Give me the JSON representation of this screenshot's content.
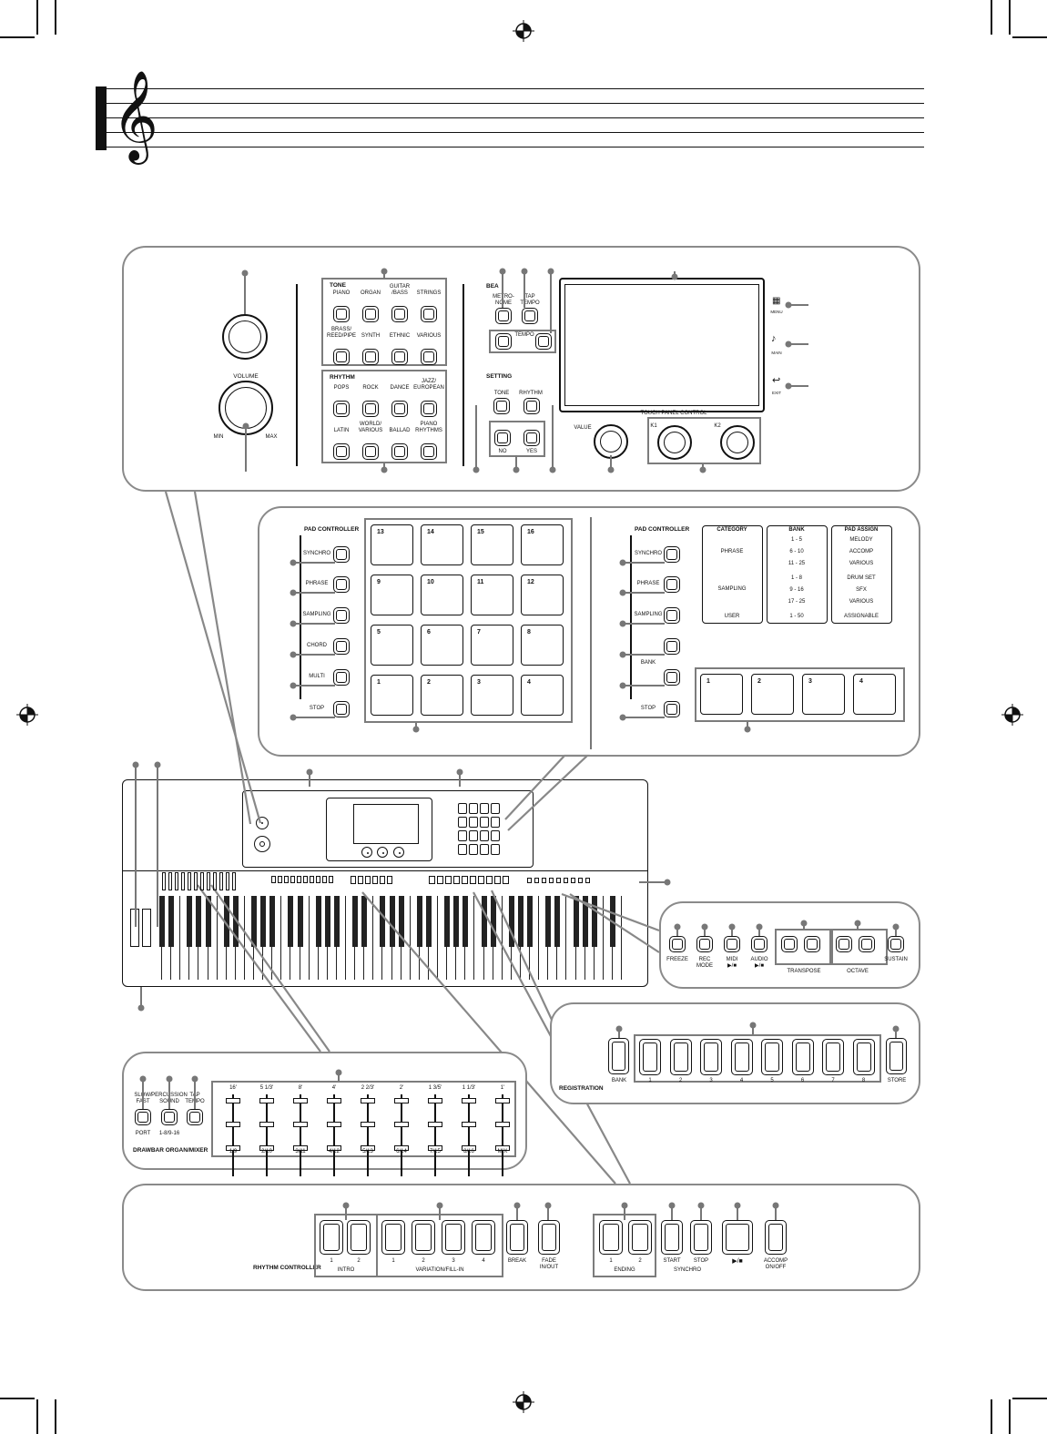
{
  "top_panel": {
    "tone": {
      "header": "TONE",
      "buttons": [
        "PIANO",
        "ORGAN",
        "GUITAR\n/BASS",
        "STRINGS",
        "BRASS/\nREED/PIPE",
        "SYNTH",
        "ETHNIC",
        "VARIOUS"
      ]
    },
    "rhythm": {
      "header": "RHYTHM",
      "buttons": [
        "POPS",
        "ROCK",
        "DANCE",
        "JAZZ/\nEUROPEAN",
        "LATIN",
        "WORLD/\nVARIOUS",
        "BALLAD",
        "PIANO\nRHYTHMS"
      ]
    },
    "volume": {
      "label": "VOLUME",
      "min": "MIN",
      "max": "MAX"
    },
    "beat": {
      "header": "BEA",
      "metronome": "METRO-\nNOME",
      "tap": "TAP\nTEMPO",
      "tempo": "TEMPO"
    },
    "setting": {
      "header": "SETTING",
      "tone": "TONE",
      "rhythm": "RHYTHM",
      "no": "NO",
      "yes": "YES"
    },
    "side": {
      "menu": "MENU",
      "main": "MAIN",
      "exit": "EXIT"
    },
    "touch_panel": "TOUCH PANEL CONTROL",
    "value": "VALUE",
    "k1": "K1",
    "k2": "K2"
  },
  "pad_panel": {
    "header": "PAD CONTROLLER",
    "side_buttons": [
      "SYNCHRO",
      "PHRASE",
      "SAMPLING",
      "CHORD",
      "MULTI",
      "STOP"
    ],
    "pads": [
      "13",
      "14",
      "15",
      "16",
      "9",
      "10",
      "11",
      "12",
      "5",
      "6",
      "7",
      "8",
      "1",
      "2",
      "3",
      "4"
    ],
    "right_header": "PAD CONTROLLER",
    "right_buttons": [
      "SYNCHRO",
      "PHRASE",
      "SAMPLING",
      "",
      "BANK",
      "STOP"
    ],
    "table": {
      "category": "CATEGORY",
      "bank": "BANK",
      "pad_assign": "PAD ASSIGN",
      "phrase": "PHRASE",
      "sampling": "SAMPLING",
      "user": "USER",
      "banks": [
        "1 - 5",
        "6 - 10",
        "11 - 25",
        "1 - 8",
        "9 - 16",
        "17 - 25",
        "1 - 50"
      ],
      "assign": [
        "MELODY",
        "ACCOMP",
        "VARIOUS",
        "DRUM SET",
        "SFX",
        "VARIOUS",
        "ASSIGNABLE"
      ]
    },
    "right_pads": [
      "1",
      "2",
      "3",
      "4"
    ]
  },
  "func_panel": {
    "buttons": [
      "FREEZE",
      "REC\nMODE",
      "MIDI\n▶/■",
      "AUDIO\n▶/■",
      "",
      "",
      "",
      "",
      "SUSTAIN"
    ],
    "transpose": "TRANSPOSE",
    "octave": "OCTAVE"
  },
  "reg_panel": {
    "header": "REGISTRATION",
    "bank": "BANK",
    "numbers": [
      "1",
      "2",
      "3",
      "4",
      "5",
      "6",
      "7",
      "8"
    ],
    "store": "STORE"
  },
  "drawbar_panel": {
    "header": "DRAWBAR ORGAN/MIXER",
    "slow_fast": "SLOW/\nFAST",
    "port": "PORT",
    "percussion": "PERCUSSION\nSOUND",
    "perc_sub": "1-8/9-16",
    "tap": "TAP\nTEMPO",
    "top_labels": [
      "16'",
      "5 1/3'",
      "8'",
      "4'",
      "2 2/3'",
      "2'",
      "1 3/5'",
      "1 1/3'",
      "1'"
    ],
    "bottom_labels": [
      "1/9",
      "2/10",
      "3/11",
      "4/12",
      "5/13",
      "6/14",
      "7/15",
      "8/16",
      "MIX"
    ]
  },
  "rhythm_panel": {
    "header": "RHYTHM CONTROLLER",
    "intro": "INTRO",
    "variation": "VARIATION/FILL-IN",
    "break": "BREAK",
    "fade": "FADE\nIN/OUT",
    "ending": "ENDING",
    "start": "START",
    "stop": "STOP",
    "synchro": "SYNCHRO",
    "play": "▶/■",
    "accomp": "ACCOMP\nON/OFF",
    "nums_intro": [
      "1",
      "2"
    ],
    "nums_var": [
      "1",
      "2",
      "3",
      "4"
    ],
    "nums_end": [
      "1",
      "2"
    ]
  }
}
